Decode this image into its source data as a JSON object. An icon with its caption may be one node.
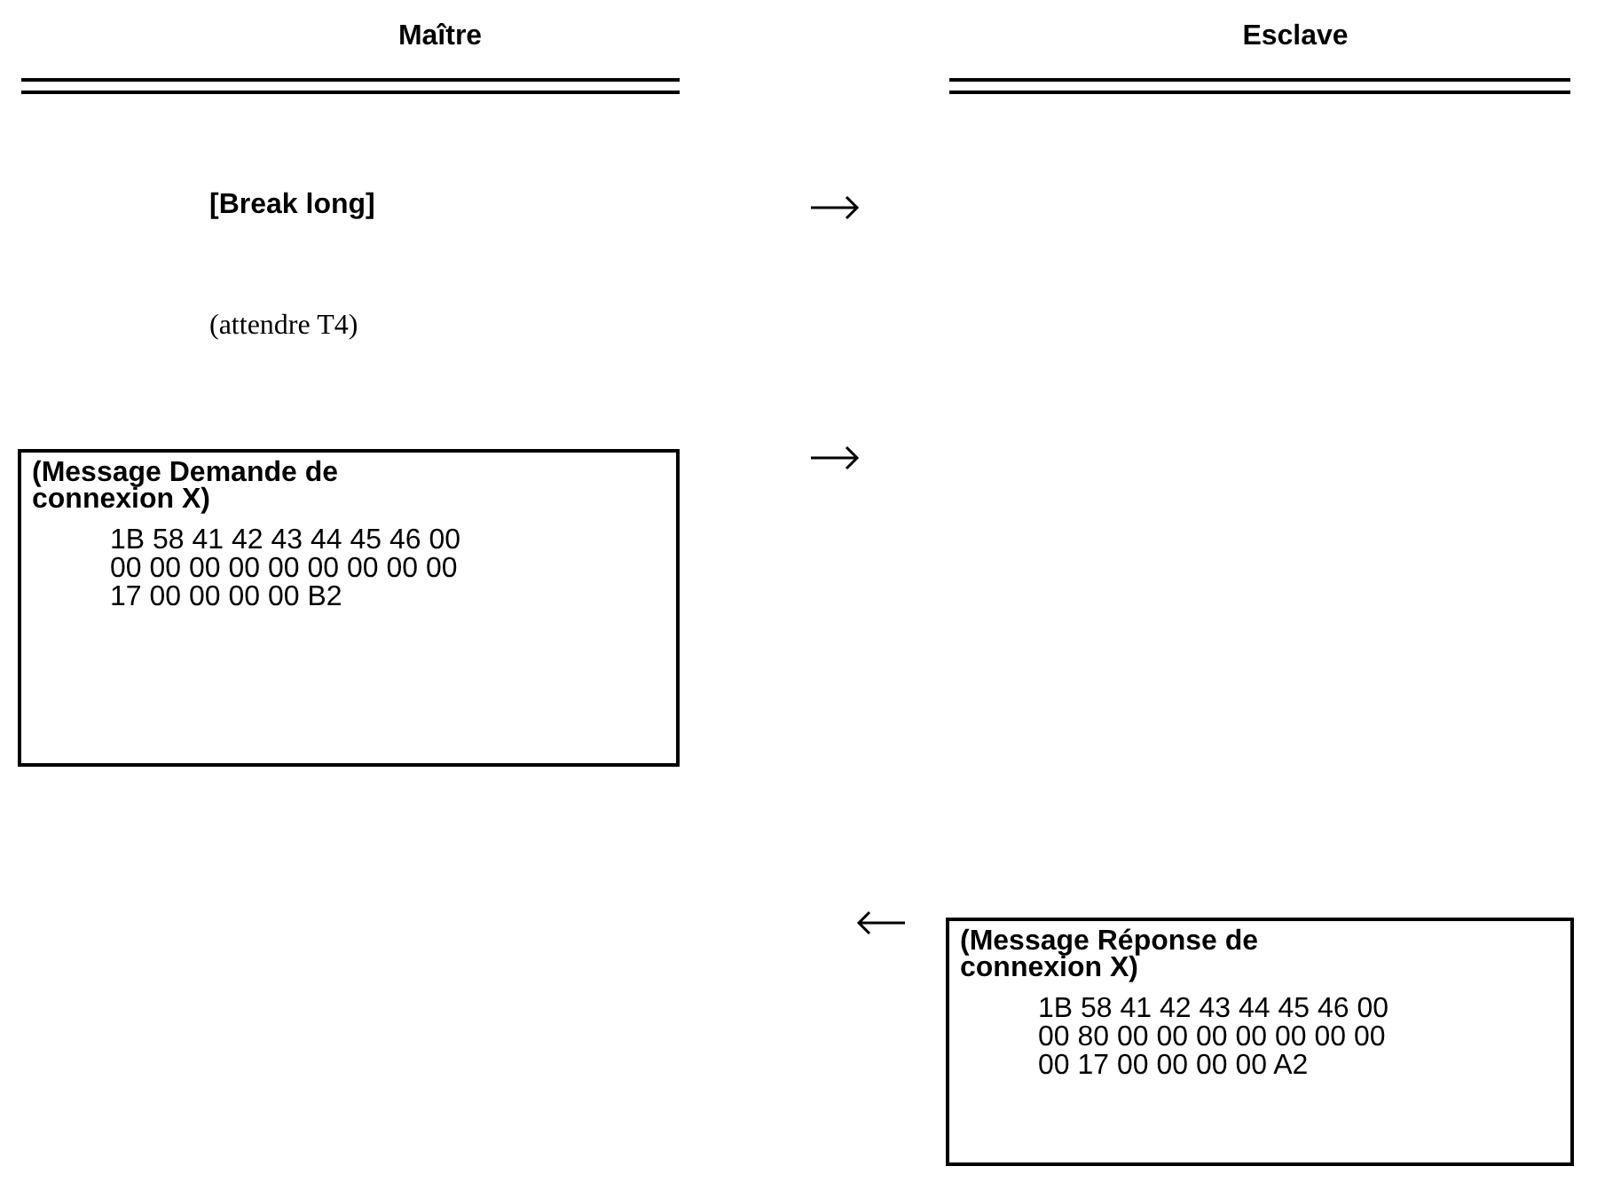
{
  "diagram": {
    "nodes": [
      {
        "text": [
          "(Message Demande de connexion X)",
          "1B 58 41 42 43 44 45 46 00 00 00 00 00 00 00 00 00 00 17 00 00 00 00 B2"
        ]
      },
      {
        "text": [
          "(Message Réponse de connexion X)",
          "1B 58 41 42 43 44 45 46 00 00 80 00 00 00 00 00 00 00 00 17 00 00 00 00 A2"
        ]
      }
    ],
    "labels": [
      "Maître",
      "Esclave",
      "[Break long]",
      "(attendre T4)"
    ]
  }
}
